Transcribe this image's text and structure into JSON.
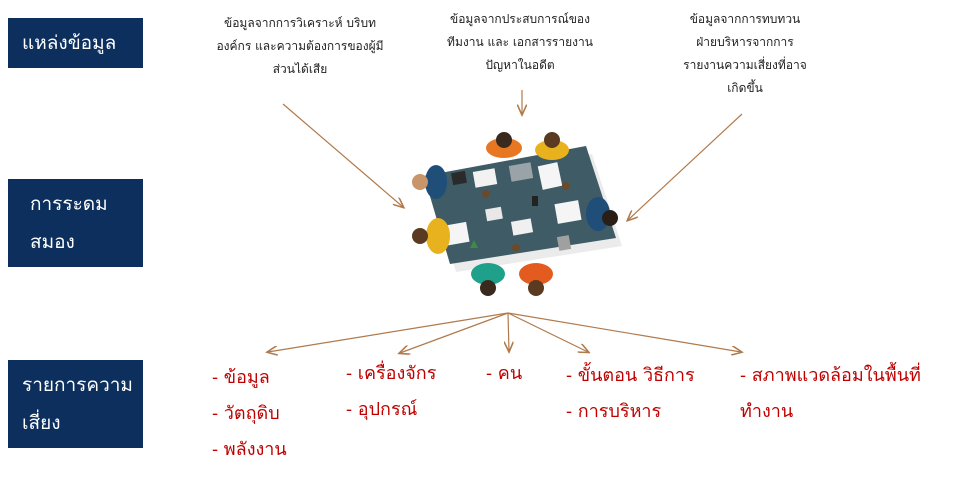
{
  "labels": {
    "source": "แหล่งข้อมูล",
    "brainstorm": [
      "การระดม",
      "สมอง"
    ],
    "risk_items": [
      "รายการความ",
      "เสี่ยง"
    ]
  },
  "sources": [
    {
      "lines": [
        "ข้อมูลจากการวิเคราะห์  บริบท",
        "องค์กร และความต้องการของผู้มี",
        "ส่วนได้เสีย"
      ]
    },
    {
      "lines": [
        "ข้อมูลจากประสบการณ์ของ",
        "ทีมงาน และ เอกสารรายงาน",
        "ปัญหาในอดีต"
      ]
    },
    {
      "lines": [
        "ข้อมูลจากการทบทวน",
        "ฝ่ายบริหารจากการ",
        "รายงานความเสี่ยงที่อาจ",
        "เกิดขึ้น"
      ]
    }
  ],
  "risk_columns": [
    [
      "- ข้อมูล",
      "- วัตถุดิบ",
      "- พลังงาน"
    ],
    [
      "- เครื่องจักร",
      "- อุปกรณ์"
    ],
    [
      "- คน"
    ],
    [
      "- ขั้นตอน วิธีการ",
      "- การบริหาร"
    ],
    [
      "- สภาพแวดล้อมในพื้นที่",
      "ทำงาน"
    ]
  ],
  "illustration": "meeting-table-top-view",
  "colors": {
    "label_box": "#0d2f5e",
    "risk_text": "#c00000",
    "arrow": "#b07a4c",
    "table": "#3e5b66"
  }
}
